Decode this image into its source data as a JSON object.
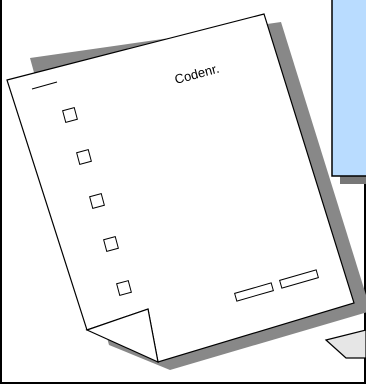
{
  "form": {
    "code_label": "Codenr.",
    "checkbox_count": 5,
    "entry_box_count": 2
  },
  "colors": {
    "page": "#ffffff",
    "shadow": "#888888",
    "callout_fill": "#b9dcff",
    "callout_stroke": "#000000",
    "line": "#000000"
  }
}
